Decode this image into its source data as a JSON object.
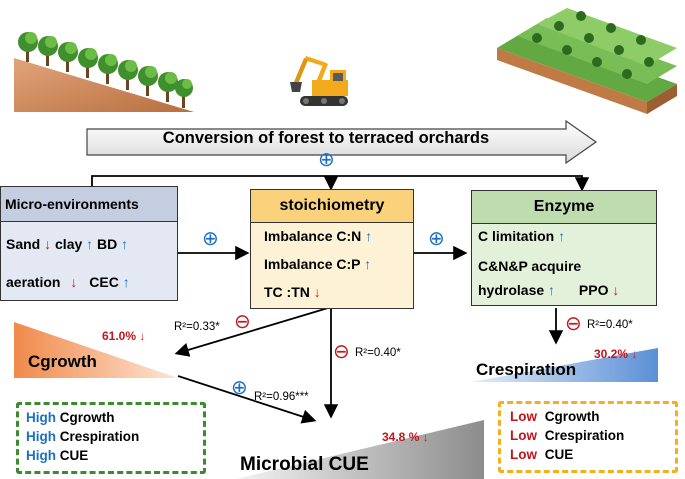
{
  "banner": {
    "text": "Conversion of forest to terraced orchards"
  },
  "micro": {
    "title": "Micro-environments",
    "sand": "Sand",
    "clay": "clay",
    "bd": "BD",
    "aeration": "aeration",
    "cec": "CEC"
  },
  "stoich": {
    "title": "stoichiometry",
    "cn": "Imbalance C:N",
    "cp": "Imbalance C:P",
    "tctn": "TC :TN"
  },
  "enzyme": {
    "title": "Enzyme",
    "climit": "C limitation",
    "cnp": "C&N&P acquire",
    "hydrolase": "hydrolase",
    "ppo": "PPO"
  },
  "cgrowth": {
    "label": "Cgrowth",
    "pct": "61.0%"
  },
  "crespiration": {
    "label": "Crespiration",
    "pct": "30.2%"
  },
  "cue": {
    "label": "Microbial CUE",
    "pct": "34.8 %"
  },
  "stats": {
    "r_cgrowth": "R²=0.33*",
    "r_cue": "R²=0.40*",
    "r_resp": "R²=0.40*",
    "r_cg_cue": "R²=0.96***"
  },
  "symbols": {
    "plus": "⊕",
    "minus": "⊖",
    "up": "↑",
    "down": "↓"
  },
  "legend_high": {
    "word": "High",
    "items": [
      "Cgrowth",
      "Crespiration",
      "CUE"
    ]
  },
  "legend_low": {
    "word": "Low",
    "items": [
      "Cgrowth",
      "Crespiration",
      "CUE"
    ]
  },
  "colors": {
    "micro_header": "#c5cde0",
    "micro_body": "#e3e8f3",
    "stoich_header": "#fbd27c",
    "stoich_body": "#fdf2d6",
    "enzyme_header": "#bfdcaf",
    "enzyme_body": "#e3f0da",
    "legend_high_border": "#3e8a31",
    "legend_low_border": "#f2b01e",
    "up_arrow": "#1a73c8",
    "down_arrow": "#d11a1a"
  },
  "icons": [
    "forest-slope-icon",
    "excavator-icon",
    "terraced-orchard-icon"
  ]
}
